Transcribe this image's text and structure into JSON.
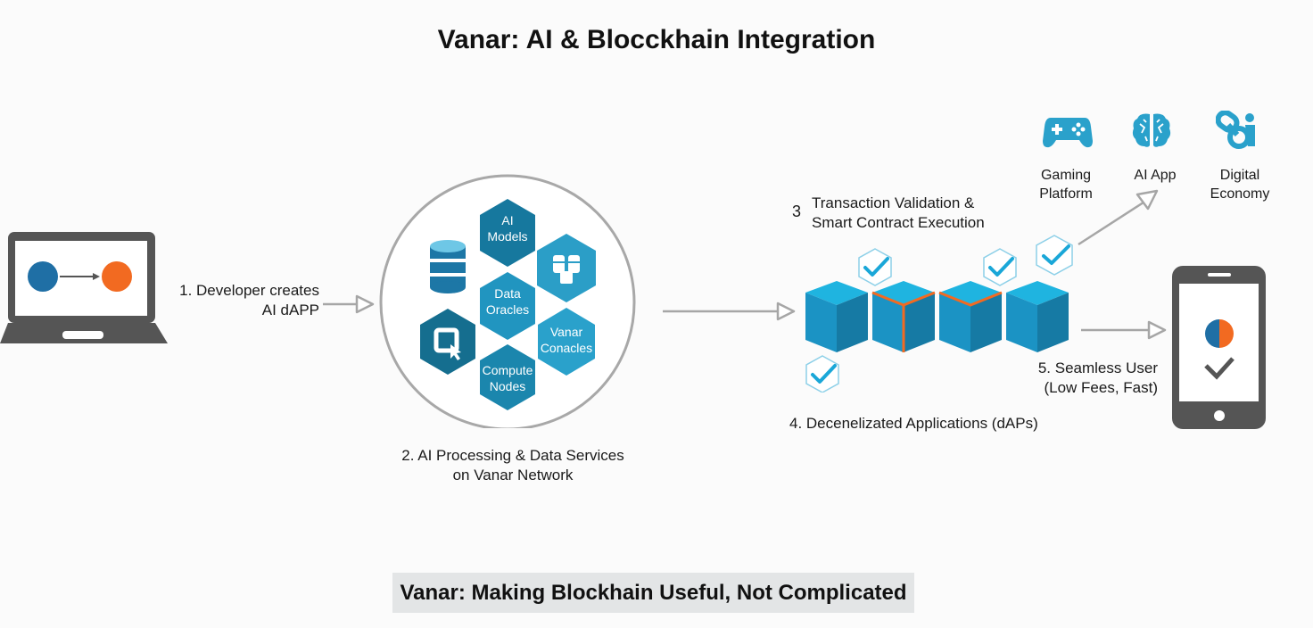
{
  "title": "Vanar: AI & Blocckhain Integration",
  "colors": {
    "blue_dark": "#1f6fa5",
    "blue_teal": "#16789e",
    "blue_light": "#2aa7d0",
    "cyan": "#1fb6e0",
    "orange": "#f26a21",
    "device_gray": "#555555",
    "arrow_gray": "#a6a6a6",
    "footer_bg": "#e3e5e6"
  },
  "step1": {
    "line1": "1. Developer creates",
    "line2": "AI dAPP"
  },
  "step2": {
    "line1": "2. AI Processing & Data Services",
    "line2": "on Vanar Network",
    "hexagons": [
      {
        "line1": "AI",
        "line2": "Models"
      },
      {
        "line1": "Data",
        "line2": "Oracles"
      },
      {
        "line1": "Vanar",
        "line2": "Conacles"
      },
      {
        "line1": "Compute",
        "line2": "Nodes"
      }
    ],
    "icons": [
      "database-icon",
      "server-cluster-icon",
      "select-cursor-icon"
    ]
  },
  "step3": {
    "number": "3",
    "line1": "Transaction Validation &",
    "line2": "Smart Contract Execution"
  },
  "step4": {
    "label": "4. Decenelizated Applications (dAPs)"
  },
  "step5": {
    "line1": "5. Seamless User",
    "line2": "(Low Fees, Fast)"
  },
  "use_cases": [
    {
      "icon": "gamepad-icon",
      "line1": "Gaming",
      "line2": "Platform"
    },
    {
      "icon": "brain-icon",
      "line1": "AI App",
      "line2": ""
    },
    {
      "icon": "link-user-icon",
      "line1": "Digital",
      "line2": "Economy"
    }
  ],
  "footer": "Vanar: Making Blockhain Useful, Not Complicated"
}
